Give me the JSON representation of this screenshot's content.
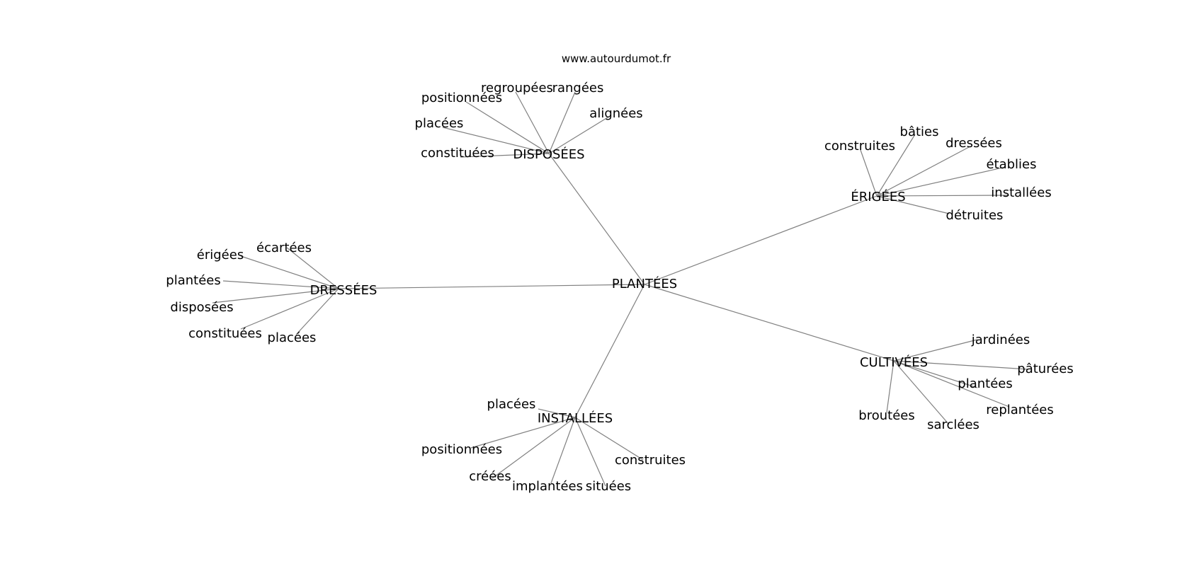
{
  "source": "www.autourdumot.fr",
  "root": "PLANTÉES",
  "clusters": [
    {
      "label": "DISPOSÉES",
      "words": [
        "regroupées",
        "rangées",
        "positionnées",
        "alignées",
        "placées",
        "constituées"
      ]
    },
    {
      "label": "ÉRIGÉES",
      "words": [
        "bâties",
        "construites",
        "dressées",
        "établies",
        "installées",
        "détruites"
      ]
    },
    {
      "label": "DRESSÉES",
      "words": [
        "écartées",
        "érigées",
        "plantées",
        "disposées",
        "constituées",
        "placées"
      ]
    },
    {
      "label": "CULTIVÉES",
      "words": [
        "jardinées",
        "pâturées",
        "plantées",
        "replantées",
        "broutées",
        "sarclées"
      ]
    },
    {
      "label": "INSTALLÉES",
      "words": [
        "placées",
        "positionnées",
        "construites",
        "créées",
        "implantées",
        "situées"
      ]
    }
  ]
}
